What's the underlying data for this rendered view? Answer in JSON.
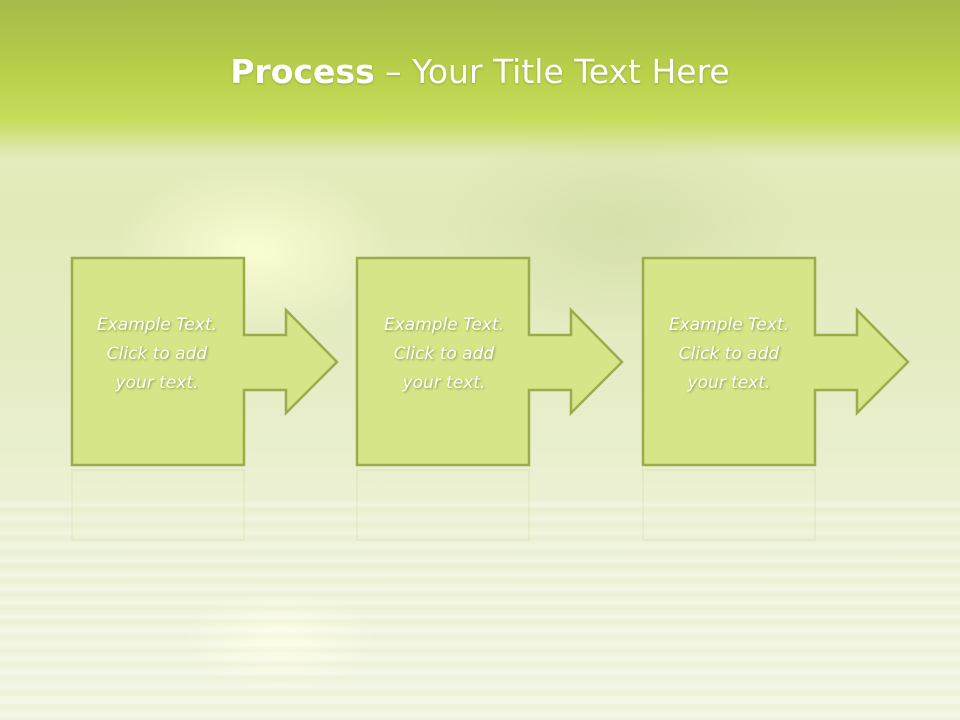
{
  "title": {
    "bold": "Process",
    "rest": " – Your Title Text Here"
  },
  "steps": [
    {
      "line1": "Example Text.",
      "line2": "Click  to add",
      "line3": "your text."
    },
    {
      "line1": "Example Text.",
      "line2": "Click  to add",
      "line3": "your text."
    },
    {
      "line1": "Example Text.",
      "line2": "Click  to add",
      "line3": "your text."
    }
  ],
  "colors": {
    "box_fill": "#d5e587",
    "box_stroke": "#9aac4c",
    "header": "#b8d04a",
    "text": "#ffffff"
  }
}
